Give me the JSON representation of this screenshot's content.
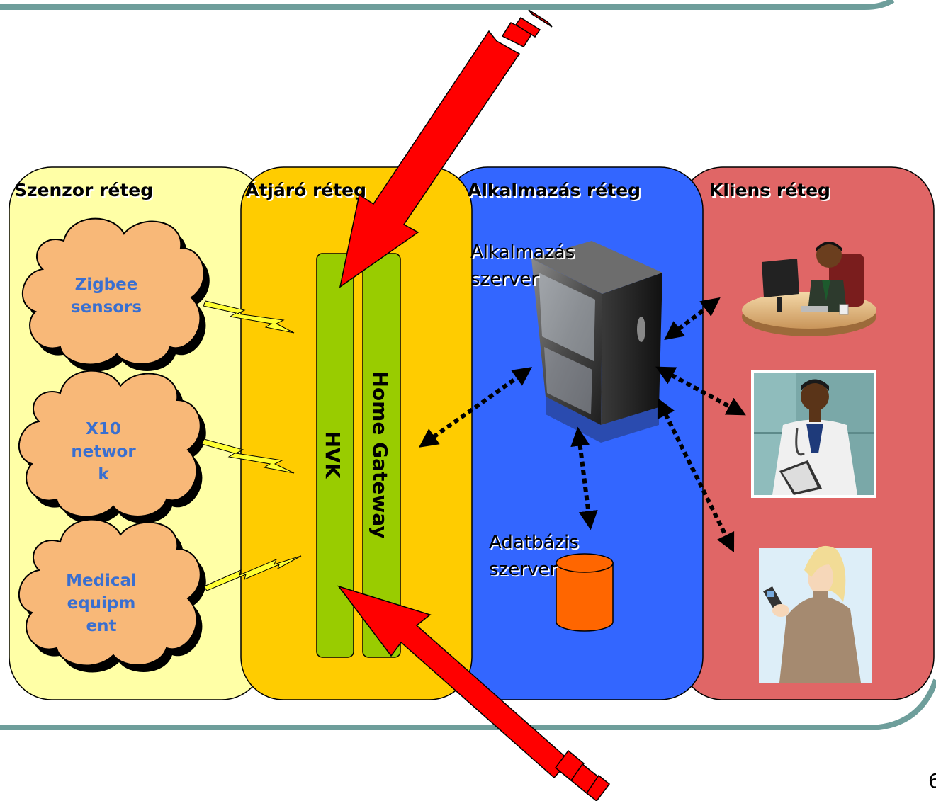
{
  "lanes": {
    "sensor": {
      "title": "Szenzor réteg",
      "fill": "#ffffa6"
    },
    "gateway": {
      "title": "Átjáró réteg",
      "fill": "#ffcc00"
    },
    "application": {
      "title": "Alkalmazás réteg",
      "fill": "#3366ff"
    },
    "client": {
      "title": "Kliens réteg",
      "fill": "#e06666"
    }
  },
  "clouds": [
    {
      "lines": [
        "Zigbee",
        "sensors"
      ]
    },
    {
      "lines": [
        "X10",
        "networ",
        "k"
      ]
    },
    {
      "lines": [
        "Medical",
        "equipm",
        "ent"
      ]
    }
  ],
  "bars": {
    "hvk": "HVK",
    "home_gateway": "Home Gateway"
  },
  "servers": {
    "application": {
      "line1": "Alkalmazás",
      "line2": "szerver"
    },
    "database": {
      "line1": "Adatbázis",
      "line2": "szerver"
    }
  },
  "page_number": "6",
  "colors": {
    "theme_line": "#6e9e9b",
    "arrow_red": "#ff0000",
    "cloud_fill": "#f8b878",
    "bar_green": "#99cc00",
    "db_orange": "#ff6600",
    "lightning": "#ffff33"
  },
  "icons": {
    "server": "server-tower-icon",
    "database": "database-cylinder-icon",
    "client1": "office-worker-icon",
    "client2": "doctor-icon",
    "client3": "mobile-phone-user-icon"
  }
}
